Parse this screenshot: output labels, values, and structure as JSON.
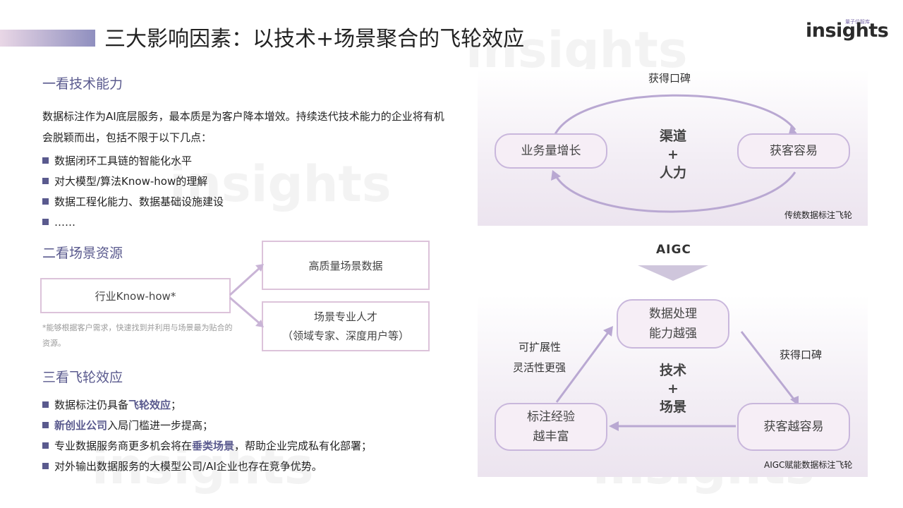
{
  "page_title": "三大影响因素：以技术+场景聚合的飞轮效应",
  "logo": {
    "small_text": "量子位智库",
    "brand": "insights"
  },
  "section1": {
    "heading": "一看技术能力",
    "paragraph": "数据标注作为AI底层服务，最本质是为客户降本增效。持续迭代技术能力的企业将有机会脱颖而出，包括不限于以下几点：",
    "bullets": [
      "数据闭环工具链的智能化水平",
      "对大模型/算法Know-how的理解",
      "数据工程化能力、数据基础设施建设",
      "……"
    ]
  },
  "section2": {
    "heading": "二看场景资源",
    "source_box": "行业Know-how*",
    "target_box_1": "高质量场景数据",
    "target_box_2_line1": "场景专业人才",
    "target_box_2_line2": "（领域专家、深度用户等）",
    "footnote": "*能够根据客户需求，快速找到并利用与场景最为贴合的资源。"
  },
  "section3": {
    "heading": "三看飞轮效应",
    "bullets": [
      {
        "pre": "数据标注仍具备",
        "hl": "飞轮效应",
        "post": "；"
      },
      {
        "pre": "",
        "hl": "新创业公司",
        "post": "入局门槛进一步提高；"
      },
      {
        "pre": "专业数据服务商更多机会将在",
        "hl": "垂类场景",
        "post": "，帮助企业完成私有化部署；"
      },
      {
        "pre": "对外输出数据服务的大模型公司/AI企业也存在竞争优势。",
        "hl": "",
        "post": ""
      }
    ]
  },
  "diagram_top": {
    "top_label": "获得口碑",
    "left_node": "业务量增长",
    "right_node": "获客容易",
    "center_line1": "渠道",
    "center_plus": "+",
    "center_line2": "人力",
    "caption": "传统数据标注飞轮"
  },
  "transition_label": "AIGC",
  "diagram_bottom": {
    "top_node_line1": "数据处理",
    "top_node_line2": "能力越强",
    "right_node": "获客越容易",
    "left_node_line1": "标注经验",
    "left_node_line2": "越丰富",
    "left_label_line1": "可扩展性",
    "left_label_line2": "灵活性更强",
    "right_label": "获得口碑",
    "center_line1": "技术",
    "center_plus": "+",
    "center_line2": "场景",
    "caption": "AIGC赋能数据标注飞轮"
  },
  "colors": {
    "accent": "#5a5a8e",
    "pill_border": "#c9b7dc",
    "box_border": "#dcc3da",
    "arrow": "#b9a8d2"
  }
}
